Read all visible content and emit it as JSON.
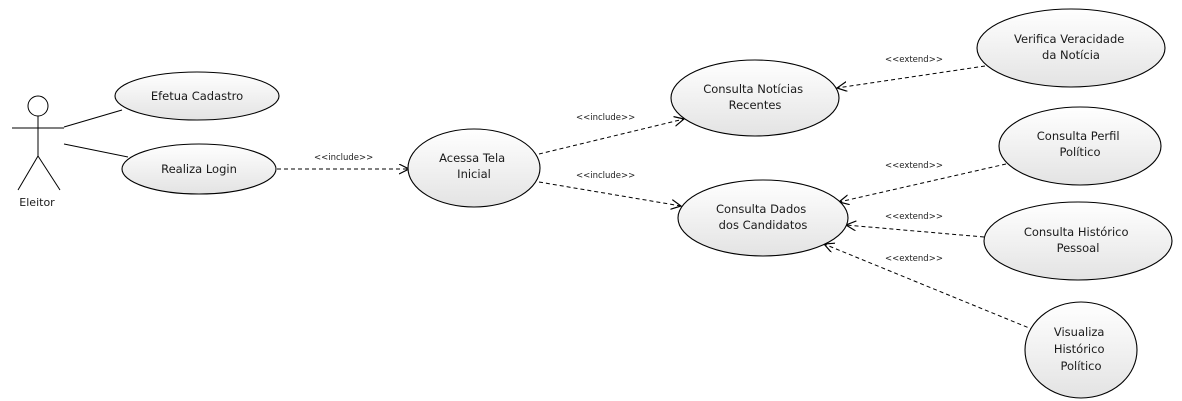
{
  "actor": {
    "name": "Eleitor"
  },
  "use_cases": [
    {
      "id": "efetua-cadastro",
      "lines": [
        "Efetua Cadastro"
      ]
    },
    {
      "id": "realiza-login",
      "lines": [
        "Realiza Login"
      ]
    },
    {
      "id": "acessa-tela-inicial",
      "lines": [
        "Acessa Tela",
        "Inicial"
      ]
    },
    {
      "id": "consulta-noticias-recentes",
      "lines": [
        "Consulta Notícias",
        "Recentes"
      ]
    },
    {
      "id": "consulta-dados-candidatos",
      "lines": [
        "Consulta Dados",
        "dos Candidatos"
      ]
    },
    {
      "id": "verifica-veracidade-noticia",
      "lines": [
        "Verifica Veracidade",
        "da Notícia"
      ]
    },
    {
      "id": "consulta-perfil-politico",
      "lines": [
        "Consulta Perfil",
        "Político"
      ]
    },
    {
      "id": "consulta-historico-pessoal",
      "lines": [
        "Consulta Histórico",
        "Pessoal"
      ]
    },
    {
      "id": "visualiza-historico-politico",
      "lines": [
        "Visualiza",
        "Histórico",
        "Político"
      ]
    }
  ],
  "relations": [
    {
      "type": "association",
      "from": "actor",
      "to": "efetua-cadastro"
    },
    {
      "type": "association",
      "from": "actor",
      "to": "realiza-login"
    },
    {
      "type": "include",
      "label": "<<include>>",
      "from": "realiza-login",
      "to": "acessa-tela-inicial"
    },
    {
      "type": "include",
      "label": "<<include>>",
      "from": "acessa-tela-inicial",
      "to": "consulta-noticias-recentes"
    },
    {
      "type": "include",
      "label": "<<include>>",
      "from": "acessa-tela-inicial",
      "to": "consulta-dados-candidatos"
    },
    {
      "type": "extend",
      "label": "<<extend>>",
      "from": "verifica-veracidade-noticia",
      "to": "consulta-noticias-recentes"
    },
    {
      "type": "extend",
      "label": "<<extend>>",
      "from": "consulta-perfil-politico",
      "to": "consulta-dados-candidatos"
    },
    {
      "type": "extend",
      "label": "<<extend>>",
      "from": "consulta-historico-pessoal",
      "to": "consulta-dados-candidatos"
    },
    {
      "type": "extend",
      "label": "<<extend>>",
      "from": "visualiza-historico-politico",
      "to": "consulta-dados-candidatos"
    }
  ]
}
